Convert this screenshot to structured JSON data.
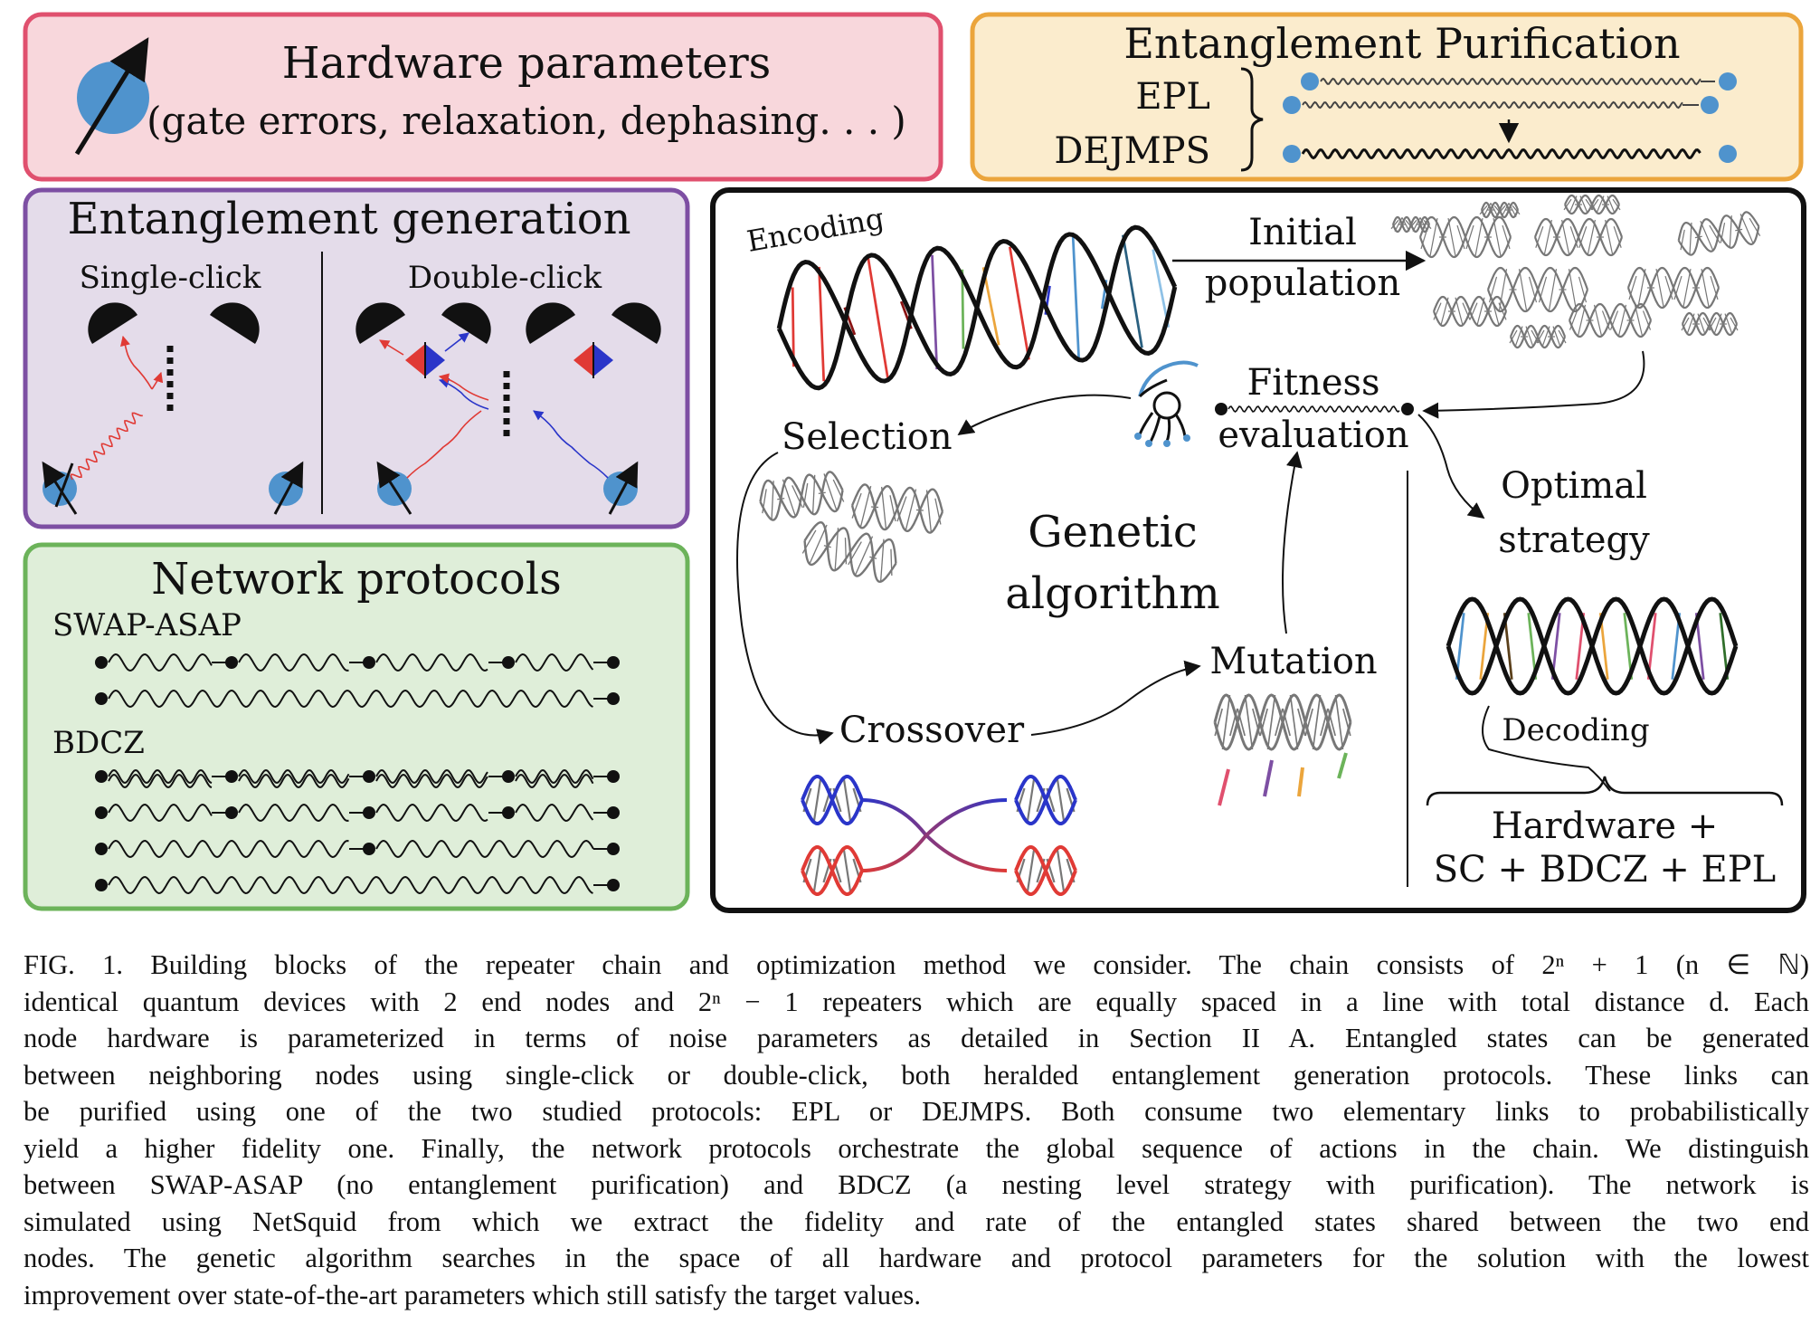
{
  "hardware": {
    "title": "Hardware parameters",
    "subtitle": "(gate errors, relaxation, dephasing. . . )"
  },
  "purification": {
    "title": "Entanglement Purification",
    "protocols": [
      "EPL",
      "DEJMPS"
    ]
  },
  "generation": {
    "title": "Entanglement generation",
    "single_click": "Single-click",
    "double_click": "Double-click"
  },
  "network": {
    "title": "Network protocols",
    "protocol_a": "SWAP-ASAP",
    "protocol_b": "BDCZ"
  },
  "genetic": {
    "encoding": "Encoding",
    "initial_population": [
      "Initial",
      "population"
    ],
    "fitness_evaluation": [
      "Fitness",
      "evaluation"
    ],
    "selection": "Selection",
    "center_title": [
      "Genetic",
      "algorithm"
    ],
    "optimal_strategy": [
      "Optimal",
      "strategy"
    ],
    "mutation": "Mutation",
    "crossover": "Crossover",
    "decoding": "Decoding",
    "result": [
      "Hardware +",
      "SC + BDCZ + EPL"
    ]
  },
  "colors": {
    "hardware_border": "#e0506e",
    "hardware_fill": "#f8d7dc",
    "purification_border": "#eba53c",
    "purification_fill": "#fbeccd",
    "generation_border": "#7d4fa3",
    "generation_fill": "#e4dcea",
    "network_border": "#6cb35a",
    "network_fill": "#dfeed9",
    "qubit_blue": "#4f93cd",
    "photon_red": "#e03a35",
    "photon_blue": "#2a35c9"
  },
  "caption": {
    "lines": [
      "FIG. 1.  Building blocks of the repeater chain and optimization method we consider.  The chain consists of 2ⁿ + 1 (n ∈ ℕ)",
      "identical quantum devices with 2 end nodes and 2ⁿ − 1 repeaters which are equally spaced in a line with total distance d. Each",
      "node hardware is parameterized in terms of noise parameters as detailed in Section II A. Entangled states can be generated",
      "between neighboring nodes using single-click or double-click, both heralded entanglement generation protocols. These links can",
      "be purified using one of the two studied protocols:  EPL or DEJMPS. Both consume two elementary links to probabilistically",
      "yield a higher fidelity one.  Finally, the network protocols orchestrate the global sequence of actions in the chain.  We distinguish",
      "between SWAP-ASAP (no entanglement purification) and BDCZ (a nesting level strategy with purification). The network is",
      "simulated using NetSquid from which we extract the fidelity and rate of the entangled states shared between the two end",
      "nodes.  The genetic algorithm searches in the space of all hardware and protocol parameters for the solution with the lowest",
      "improvement over state-of-the-art parameters which still satisfy the target values."
    ]
  }
}
